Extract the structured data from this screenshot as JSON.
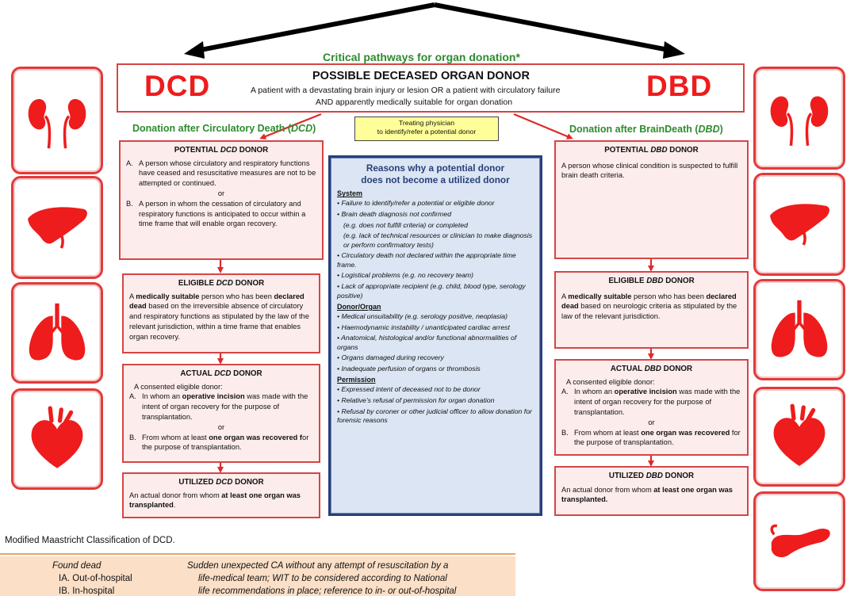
{
  "header": {
    "title": "Critical pathways for organ donation*",
    "dcd_abbr": "DCD",
    "dbd_abbr": "DBD",
    "possible_title": "POSSIBLE DECEASED ORGAN DONOR",
    "possible_line1": "A patient with a devastating brain injury or lesion OR a patient with circulatory failure",
    "possible_line2": "AND apparently medically suitable for organ donation",
    "physician_line1": "Treating physician",
    "physician_line2": "to identify/refer a potential donor"
  },
  "dcd": {
    "heading_pre": "Donation after Circulatory Death (",
    "heading_abbr": "DCD",
    "heading_post": ")",
    "potential": {
      "title_pre": "POTENTIAL ",
      "title_abbr": "DCD",
      "title_post": " DONOR",
      "a_label": "A.",
      "a_text": "A person whose circulatory and respiratory functions have ceased and resuscitative measures are not to be attempted or continued.",
      "or": "or",
      "b_label": "B.",
      "b_text": "A person in whom the cessation of circulatory and respiratory functions is anticipated to occur within a time frame that will enable organ recovery."
    },
    "eligible": {
      "title_pre": "ELIGIBLE ",
      "title_abbr": "DCD",
      "title_post": " DONOR",
      "t1": "A ",
      "t2": "medically  suitable",
      "t3": " person who has been ",
      "t4": "declared dead",
      "t5": " based on the irreversible absence of circulatory and respiratory functions as stipulated by the law of the relevant jurisdiction, within a time frame that enables organ recovery."
    },
    "actual": {
      "title_pre": "ACTUAL ",
      "title_abbr": "DCD",
      "title_post": " DONOR",
      "intro": "A consented eligible donor:",
      "a_label": "A.",
      "a_t1": "In whom an ",
      "a_t2": "operative incision",
      "a_t3": " was made with the intent of organ recovery for the purpose of transplantation.",
      "or": "or",
      "b_label": "B.",
      "b_t1": "From whom at least ",
      "b_t2": "one organ was recovered f",
      "b_t3": "or the purpose of transplantation."
    },
    "utilized": {
      "title_pre": "UTILIZED ",
      "title_abbr": "DCD",
      "title_post": " DONOR",
      "t1": "An actual donor from whom ",
      "t2": "at least one organ was transplanted",
      "t3": "."
    }
  },
  "dbd": {
    "heading_pre": "Donation after BrainDeath (",
    "heading_abbr": "DBD",
    "heading_post": ")",
    "potential": {
      "title_pre": "POTENTIAL ",
      "title_abbr": "DBD",
      "title_post": " DONOR",
      "text": "A person whose clinical condition is suspected to fulfill brain death criteria."
    },
    "eligible": {
      "title_pre": "ELIGIBLE ",
      "title_abbr": "DBD",
      "title_post": " DONOR",
      "t1": "A ",
      "t2": "medically  suitable",
      "t3": " person who has been ",
      "t4": "declared dead",
      "t5": " based on neurologic criteria as stipulated by the law of the relevant jurisdiction."
    },
    "actual": {
      "title_pre": "ACTUAL ",
      "title_abbr": "DBD",
      "title_post": " DONOR",
      "intro": "A consented eligible donor:",
      "a_label": "A.",
      "a_t1": "In whom an ",
      "a_t2": "operative incision",
      "a_t3": " was made with the intent of organ recovery for the purpose of transplantation.",
      "or": "or",
      "b_label": "B.",
      "b_t1": "From whom at least ",
      "b_t2": "one organ was recovered",
      "b_t3": " for the purpose of transplantation."
    },
    "utilized": {
      "title_pre": "UTILIZED ",
      "title_abbr": "DBD",
      "title_post": " DONOR",
      "t1": "An actual donor from whom ",
      "t2": "at least one organ was transplanted.",
      "t3": ""
    }
  },
  "reasons": {
    "title_line1": "Reasons why a potential donor",
    "title_line2": "does not become a utilized donor",
    "system_heading": "System",
    "system_items": [
      {
        "type": "item",
        "text": "• Failure to identify/refer a potential  or eligible donor"
      },
      {
        "type": "item",
        "text": "•  Brain death diagnosis not confirmed"
      },
      {
        "type": "sub",
        "text": "(e.g. does not fulfill criteria) or completed"
      },
      {
        "type": "sub",
        "text": "(e.g. lack of technical resources or clinician to make diagnosis or perform confirmatory tests)"
      },
      {
        "type": "item",
        "text": "• Circulatory death not declared within the appropriate time frame."
      },
      {
        "type": "item",
        "text": "• Logistical problems (e.g. no recovery team)"
      },
      {
        "type": "item",
        "text": "• Lack of appropriate recipient (e.g. child, blood type, serology positive)"
      }
    ],
    "donor_heading": "Donor/Organ",
    "donor_items": [
      "• Medical unsuitability (e.g. serology positive, neoplasia)",
      "• Haemodynamic instability / unanticipated  cardiac arrest",
      "• Anatomical, histological and/or functional abnormalities of organs",
      "• Organs damaged during recovery",
      "• Inadequate perfusion of organs or thrombosis"
    ],
    "permission_heading": "Permission",
    "permission_items": [
      "• Expressed intent of deceased not to be donor",
      "• Relative’s refusal of permission for organ donation",
      "• Refusal by coroner or other judicial officer to allow donation for forensic reasons"
    ]
  },
  "maastricht": {
    "caption": "Modified Maastricht Classification of DCD.",
    "r1_c1": "Found dead",
    "r1_c2a": "Sudden unexpected CA without ",
    "r1_c2b": "any",
    "r1_c2c": " attempt of resuscitation by a",
    "r2_c1": "IA. Out-of-hospital",
    "r2_c2": "life-medical team; WIT to be considered according to National",
    "r3_c1": "IB. In-hospital",
    "r3_c2": "life recommendations in place; reference to in- or out-of-hospital"
  },
  "colors": {
    "accent_red": "#ee1c1c",
    "box_border": "#d64545",
    "box_fill": "#fdecec",
    "green": "#2e8b2e",
    "navy": "#283f7a",
    "reasons_fill": "#dbe5f3",
    "physician_fill": "#ffff99",
    "table_fill": "#fbdfc7"
  },
  "icons": {
    "left": [
      "kidneys-icon",
      "liver-icon",
      "lungs-icon",
      "heart-icon"
    ],
    "right": [
      "kidneys-icon",
      "liver-icon",
      "lungs-icon",
      "heart-icon",
      "pancreas-icon"
    ]
  }
}
